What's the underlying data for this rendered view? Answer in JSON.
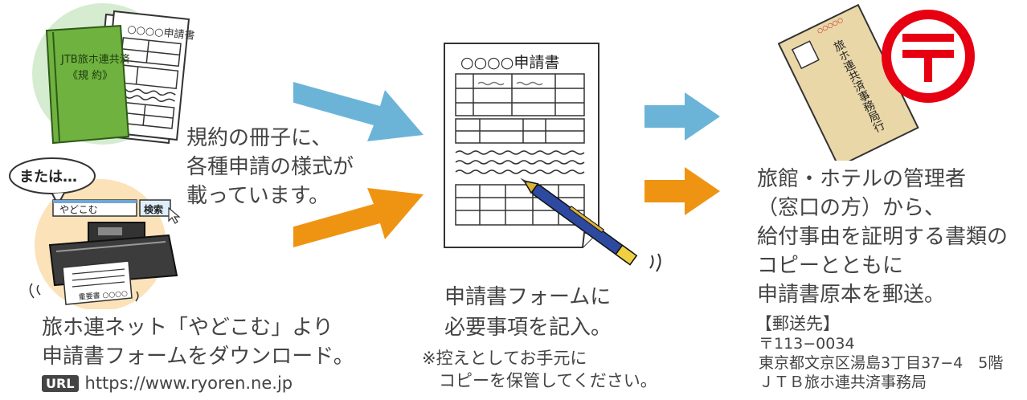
{
  "colors": {
    "arrow_blue": "#6bb4d8",
    "arrow_orange": "#ef9412",
    "booklet_green": "#6fb23f",
    "post_red": "#e60012",
    "circle_green_bg": "#d5ecd0",
    "circle_orange_bg": "#fbe2b8"
  },
  "left": {
    "booklet_title": "JTB旅ホ連共済",
    "booklet_sub": "《規 約》",
    "form_header": "○○○○申請書",
    "or_bubble": "または…",
    "search_value": "やどこむ",
    "search_button": "検索",
    "printout_label": "重要書 ○○○○",
    "download_text": "旅ホ連ネット「やどこむ」より\n申請書フォームをダウンロード。",
    "url_badge": "URL",
    "url": "https://www.ryoren.ne.jp"
  },
  "middle": {
    "booklet_note": "規約の冊子に、\n各種申請の様式が\n載っています。",
    "form_title": "○○○○申請書",
    "fill_text": "申請書フォームに\n必要事項を記入。",
    "copy_note": "※控えとしてお手元に\n　コピーを保管してください。"
  },
  "right": {
    "envelope_stamp": "○○○○○",
    "envelope_address": "旅ホ連共済事務局行",
    "mail_text": "旅館・ホテルの管理者\n（窓口の方）から、\n給付事由を証明する書類の\nコピーとともに\n申請書原本を郵送。",
    "address_heading": "【郵送先】",
    "address_lines": "〒113−0034\n東京都文京区湯島3丁目37−4　5階\nＪＴＢ旅ホ連共済事務局",
    "post_mark": "〒"
  }
}
